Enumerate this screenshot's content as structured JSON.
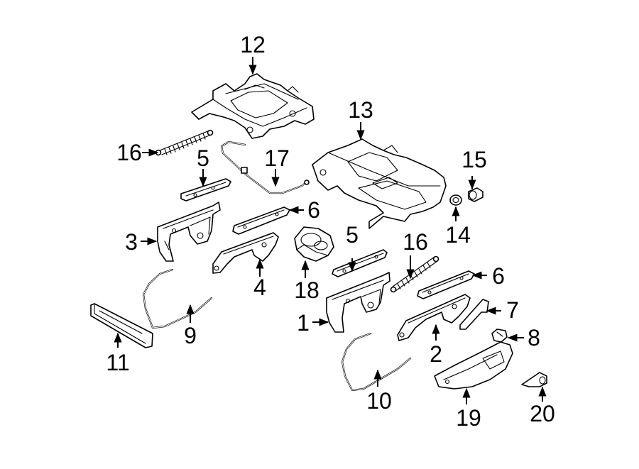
{
  "diagram": {
    "callouts": [
      {
        "id": "c1",
        "label": "1"
      },
      {
        "id": "c2",
        "label": "2"
      },
      {
        "id": "c3",
        "label": "3"
      },
      {
        "id": "c4",
        "label": "4"
      },
      {
        "id": "c5a",
        "label": "5"
      },
      {
        "id": "c5b",
        "label": "5"
      },
      {
        "id": "c6a",
        "label": "6"
      },
      {
        "id": "c6b",
        "label": "6"
      },
      {
        "id": "c7",
        "label": "7"
      },
      {
        "id": "c8",
        "label": "8"
      },
      {
        "id": "c9",
        "label": "9"
      },
      {
        "id": "c10",
        "label": "10"
      },
      {
        "id": "c11",
        "label": "11"
      },
      {
        "id": "c12",
        "label": "12"
      },
      {
        "id": "c13",
        "label": "13"
      },
      {
        "id": "c14",
        "label": "14"
      },
      {
        "id": "c15",
        "label": "15"
      },
      {
        "id": "c16a",
        "label": "16"
      },
      {
        "id": "c16b",
        "label": "16"
      },
      {
        "id": "c17",
        "label": "17"
      },
      {
        "id": "c18",
        "label": "18"
      },
      {
        "id": "c19",
        "label": "19"
      },
      {
        "id": "c20",
        "label": "20"
      }
    ]
  }
}
